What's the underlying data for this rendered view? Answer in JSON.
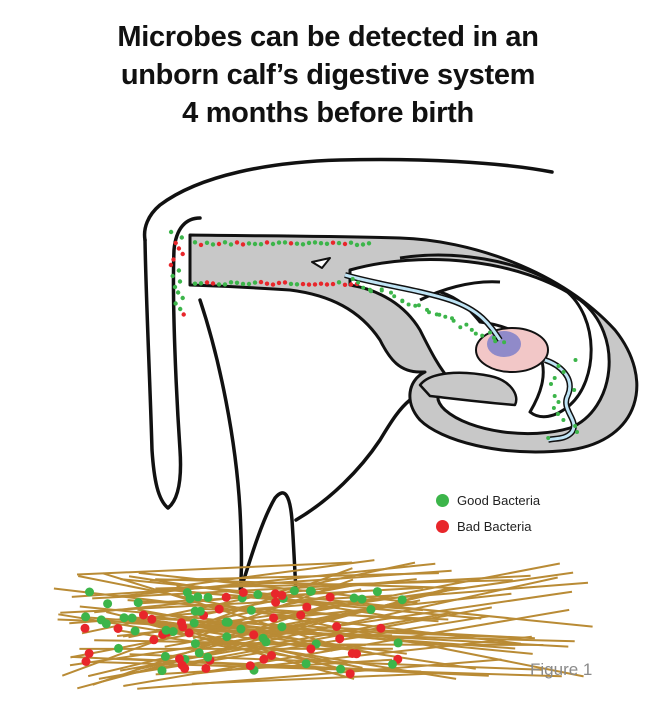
{
  "title": {
    "line1": "Microbes can be detected in an",
    "line2": "unborn calf’s digestive system",
    "line3": "4 months before birth"
  },
  "legend": {
    "good": {
      "label": "Good Bacteria",
      "color": "#3cb54a"
    },
    "bad": {
      "label": "Bad Bacteria",
      "color": "#e8262b"
    }
  },
  "figure_label": "Figure 1",
  "colors": {
    "outline": "#111111",
    "uterus_fill": "#c8c8c8",
    "straw": "#b98b35",
    "placenta": "#f2c7c7",
    "organ": "#7f7fc9",
    "cord": "#bfe4f5"
  }
}
